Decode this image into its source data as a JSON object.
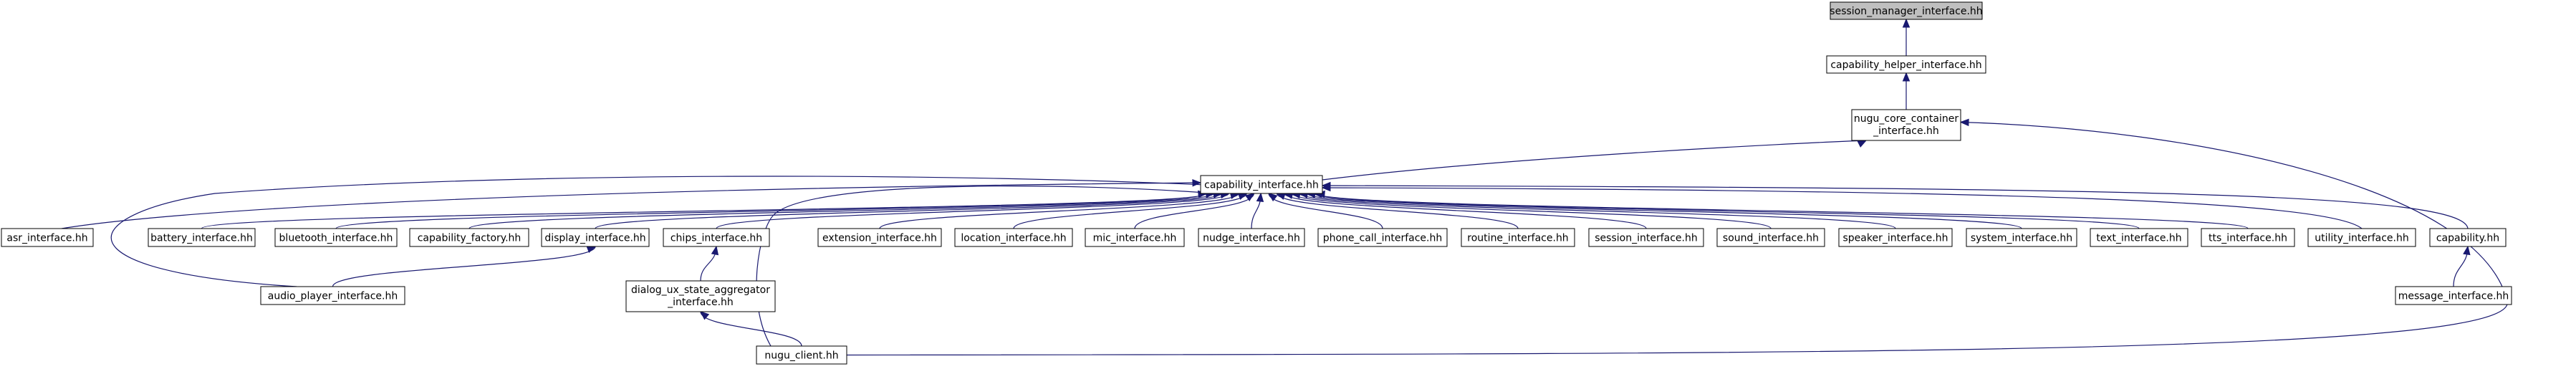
{
  "colors": {
    "edge": "#191970",
    "root_fill": "#bfbfbf",
    "node_fill": "#ffffff",
    "border": "#000000"
  },
  "nodes": [
    {
      "id": "session_manager",
      "label": "session_manager_interface.hh",
      "root": true
    },
    {
      "id": "capability_helper",
      "label": "capability_helper_interface.hh"
    },
    {
      "id": "nugu_core_container",
      "lines": [
        "nugu_core_container",
        "_interface.hh"
      ]
    },
    {
      "id": "capability_interface",
      "label": "capability_interface.hh"
    },
    {
      "id": "asr",
      "label": "asr_interface.hh"
    },
    {
      "id": "battery",
      "label": "battery_interface.hh"
    },
    {
      "id": "bluetooth",
      "label": "bluetooth_interface.hh"
    },
    {
      "id": "capability_factory",
      "label": "capability_factory.hh"
    },
    {
      "id": "display",
      "label": "display_interface.hh"
    },
    {
      "id": "chips",
      "label": "chips_interface.hh"
    },
    {
      "id": "extension",
      "label": "extension_interface.hh"
    },
    {
      "id": "location",
      "label": "location_interface.hh"
    },
    {
      "id": "mic",
      "label": "mic_interface.hh"
    },
    {
      "id": "nudge",
      "label": "nudge_interface.hh"
    },
    {
      "id": "phone_call",
      "label": "phone_call_interface.hh"
    },
    {
      "id": "routine",
      "label": "routine_interface.hh"
    },
    {
      "id": "session",
      "label": "session_interface.hh"
    },
    {
      "id": "sound",
      "label": "sound_interface.hh"
    },
    {
      "id": "speaker",
      "label": "speaker_interface.hh"
    },
    {
      "id": "system",
      "label": "system_interface.hh"
    },
    {
      "id": "text",
      "label": "text_interface.hh"
    },
    {
      "id": "tts",
      "label": "tts_interface.hh"
    },
    {
      "id": "utility",
      "label": "utility_interface.hh"
    },
    {
      "id": "capability",
      "label": "capability.hh"
    },
    {
      "id": "audio_player",
      "label": "audio_player_interface.hh"
    },
    {
      "id": "dialog_ux",
      "lines": [
        "dialog_ux_state_aggregator",
        "_interface.hh"
      ]
    },
    {
      "id": "message",
      "label": "message_interface.hh"
    },
    {
      "id": "nugu_client",
      "label": "nugu_client.hh"
    }
  ],
  "edges": [
    {
      "from": "capability_helper",
      "to": "session_manager"
    },
    {
      "from": "nugu_core_container",
      "to": "capability_helper"
    },
    {
      "from": "capability_interface",
      "to": "nugu_core_container"
    },
    {
      "from": "nugu_client",
      "to": "nugu_core_container"
    },
    {
      "from": "asr",
      "to": "capability_interface"
    },
    {
      "from": "battery",
      "to": "capability_interface"
    },
    {
      "from": "bluetooth",
      "to": "capability_interface"
    },
    {
      "from": "capability_factory",
      "to": "capability_interface"
    },
    {
      "from": "display",
      "to": "capability_interface"
    },
    {
      "from": "chips",
      "to": "capability_interface"
    },
    {
      "from": "extension",
      "to": "capability_interface"
    },
    {
      "from": "location",
      "to": "capability_interface"
    },
    {
      "from": "mic",
      "to": "capability_interface"
    },
    {
      "from": "nudge",
      "to": "capability_interface"
    },
    {
      "from": "phone_call",
      "to": "capability_interface"
    },
    {
      "from": "routine",
      "to": "capability_interface"
    },
    {
      "from": "session",
      "to": "capability_interface"
    },
    {
      "from": "sound",
      "to": "capability_interface"
    },
    {
      "from": "speaker",
      "to": "capability_interface"
    },
    {
      "from": "system",
      "to": "capability_interface"
    },
    {
      "from": "text",
      "to": "capability_interface"
    },
    {
      "from": "tts",
      "to": "capability_interface"
    },
    {
      "from": "utility",
      "to": "capability_interface"
    },
    {
      "from": "capability",
      "to": "capability_interface"
    },
    {
      "from": "audio_player",
      "to": "capability_interface"
    },
    {
      "from": "nugu_client",
      "to": "capability_interface"
    },
    {
      "from": "audio_player",
      "to": "display"
    },
    {
      "from": "dialog_ux",
      "to": "chips"
    },
    {
      "from": "nugu_client",
      "to": "dialog_ux"
    },
    {
      "from": "message",
      "to": "capability"
    }
  ]
}
